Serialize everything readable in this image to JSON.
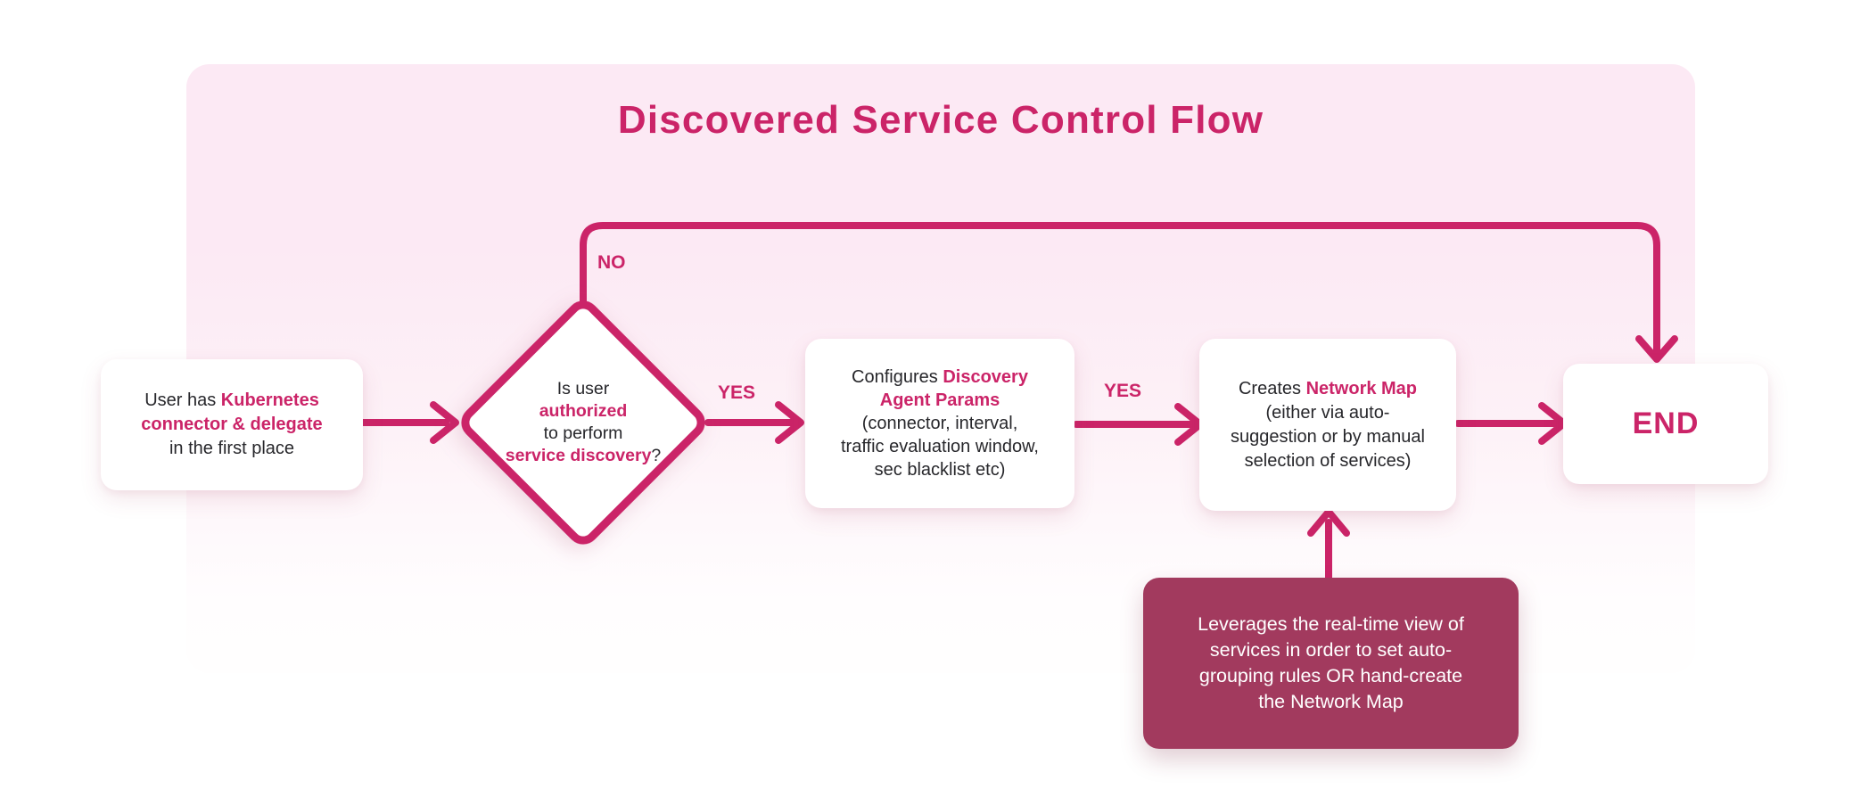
{
  "colors": {
    "accent": "#CB2468",
    "maroon": "#A23A5E",
    "pink-top": "#FCE9F4",
    "node-bg": "#FFFFFF",
    "text-dark": "#27272B"
  },
  "title": "Discovered Service Control Flow",
  "edge_labels": {
    "no": "NO",
    "yes_1": "YES",
    "yes_2": "YES"
  },
  "nodes": {
    "start": {
      "lines": [
        [
          {
            "t": "User has "
          },
          {
            "t": "Kubernetes"
          }
        ],
        [
          {
            "t": "connector & delegate"
          }
        ],
        [
          {
            "t": "in the first place"
          }
        ]
      ]
    },
    "decision": {
      "lines": [
        [
          {
            "t": "Is user"
          }
        ],
        [
          {
            "t": "authorized"
          }
        ],
        [
          {
            "t": "to perform"
          }
        ],
        [
          {
            "t": "service discovery"
          },
          {
            "t": "?"
          }
        ]
      ]
    },
    "configure": {
      "lines": [
        [
          {
            "t": "Configures "
          },
          {
            "t": "Discovery"
          }
        ],
        [
          {
            "t": "Agent Params"
          }
        ],
        [
          {
            "t": "(connector, interval,"
          }
        ],
        [
          {
            "t": "traffic evaluation window,"
          }
        ],
        [
          {
            "t": "sec blacklist etc)"
          }
        ]
      ]
    },
    "create_map": {
      "lines": [
        [
          {
            "t": "Creates "
          },
          {
            "t": "Network Map"
          }
        ],
        [
          {
            "t": "(either via auto-"
          }
        ],
        [
          {
            "t": "suggestion or by manual"
          }
        ],
        [
          {
            "t": "selection of services)"
          }
        ]
      ]
    },
    "end": {
      "label": "END"
    },
    "note": {
      "lines": [
        [
          {
            "t": "Leverages the real-time view of"
          }
        ],
        [
          {
            "t": "services in order to set auto-"
          }
        ],
        [
          {
            "t": "grouping rules OR hand-create"
          }
        ],
        [
          {
            "t": "the Network Map"
          }
        ]
      ]
    }
  }
}
